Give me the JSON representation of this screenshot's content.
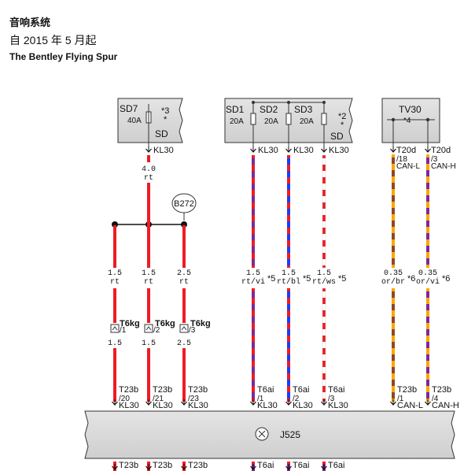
{
  "header": {
    "title": "音响系统",
    "subtitle": "自 2015 年 5 月起",
    "model": "The Bentley Flying Spur"
  },
  "fuse_boxes": {
    "left": {
      "fuses": [
        {
          "name": "SD7",
          "amps": "40A"
        }
      ],
      "note": "*3",
      "star": "*",
      "box_label": "SD"
    },
    "middle": {
      "fuses": [
        {
          "name": "SD1",
          "amps": "20A"
        },
        {
          "name": "SD2",
          "amps": "20A"
        },
        {
          "name": "SD3",
          "amps": "20A"
        }
      ],
      "note": "*2",
      "star": "*",
      "box_label": "SD"
    },
    "right": {
      "name": "TV30",
      "note": "*4"
    }
  },
  "splice": "B272",
  "connector_t6kg": {
    "name": "T6kg",
    "pins": [
      "/1",
      "/2",
      "/3"
    ]
  },
  "module": "J525",
  "wires": [
    {
      "top_label": "KL30",
      "gauge": "4.0",
      "color_code": "rt",
      "colors": [
        "#ee1c24"
      ]
    },
    {
      "gauge": "1.5",
      "color_code": "rt",
      "colors": [
        "#ee1c24"
      ],
      "conn": "T23b",
      "pin": "/20",
      "term": "KL30"
    },
    {
      "gauge": "1.5",
      "color_code": "rt",
      "colors": [
        "#ee1c24"
      ],
      "conn": "T23b",
      "pin": "/21",
      "term": "KL30"
    },
    {
      "gauge": "2.5",
      "color_code": "rt",
      "colors": [
        "#ee1c24"
      ],
      "conn": "T23b",
      "pin": "/23",
      "term": "KL30"
    },
    {
      "top_label": "KL30",
      "gauge": "1.5",
      "color_code": "rt/vi",
      "note": "*5",
      "colors": [
        "#ee1c24",
        "#7a2a9a"
      ],
      "conn": "T6ai",
      "pin": "/1",
      "term": "KL30"
    },
    {
      "top_label": "KL30",
      "gauge": "1.5",
      "color_code": "rt/bl",
      "note": "*5",
      "colors": [
        "#ee1c24",
        "#1a3cff"
      ],
      "conn": "T6ai",
      "pin": "/2",
      "term": "KL30"
    },
    {
      "top_label": "KL30",
      "gauge": "1.5",
      "color_code": "rt/ws",
      "note": "*5",
      "colors": [
        "#ee1c24",
        "#ffffff"
      ],
      "conn": "T6ai",
      "pin": "/3",
      "term": "KL30"
    },
    {
      "top_conn": "T20d",
      "top_pin": "/18",
      "top_term": "CAN-L",
      "gauge": "0.35",
      "color_code": "or/br",
      "note": "*6",
      "colors": [
        "#ffa500",
        "#8a4a2a"
      ],
      "conn": "T23b",
      "pin": "/1",
      "term": "CAN-L"
    },
    {
      "top_conn": "T20d",
      "top_pin": "/3",
      "top_term": "CAN-H",
      "gauge": "0.35",
      "color_code": "or/vi",
      "note": "*6",
      "colors": [
        "#ffa500",
        "#7a2a9a"
      ],
      "conn": "T23b",
      "pin": "/4",
      "term": "CAN-H"
    }
  ],
  "bottom_connectors": [
    "T23b",
    "T23b",
    "T23b",
    "T6ai",
    "T6ai",
    "T6ai"
  ]
}
